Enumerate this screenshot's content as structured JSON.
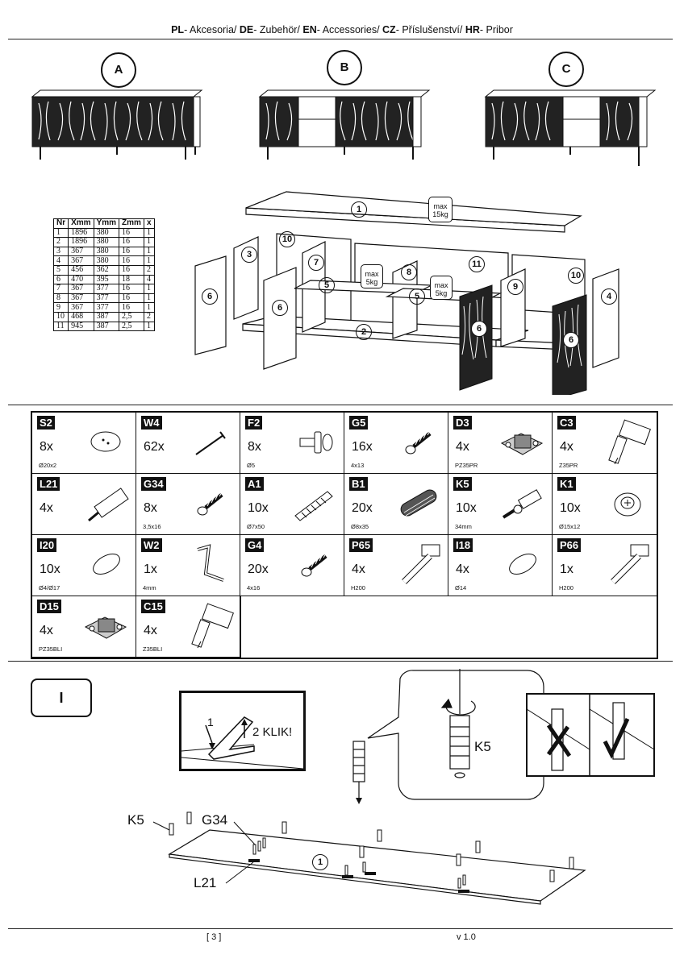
{
  "header": {
    "parts": [
      {
        "code": "PL",
        "text": "- Akcesoria/ "
      },
      {
        "code": "DE",
        "text": "- Zubehör/ "
      },
      {
        "code": "EN",
        "text": "- Accessories/ "
      },
      {
        "code": "CZ",
        "text": "- Příslušenství/ "
      },
      {
        "code": "HR",
        "text": "- Pribor"
      }
    ]
  },
  "variants": [
    "A",
    "B",
    "C"
  ],
  "parts_table": {
    "headers": [
      "Nr",
      "Xmm",
      "Ymm",
      "Zmm",
      "x"
    ],
    "rows": [
      [
        "1",
        "1896",
        "380",
        "16",
        "1"
      ],
      [
        "2",
        "1896",
        "380",
        "16",
        "1"
      ],
      [
        "3",
        "367",
        "380",
        "16",
        "1"
      ],
      [
        "4",
        "367",
        "380",
        "16",
        "1"
      ],
      [
        "5",
        "456",
        "362",
        "16",
        "2"
      ],
      [
        "6",
        "470",
        "395",
        "18",
        "4"
      ],
      [
        "7",
        "367",
        "377",
        "16",
        "1"
      ],
      [
        "8",
        "367",
        "377",
        "16",
        "1"
      ],
      [
        "9",
        "367",
        "377",
        "16",
        "1"
      ],
      [
        "10",
        "468",
        "387",
        "2,5",
        "2"
      ],
      [
        "11",
        "945",
        "387",
        "2,5",
        "1"
      ]
    ]
  },
  "exploded": {
    "labels": [
      "1",
      "2",
      "3",
      "4",
      "5",
      "5",
      "6",
      "6",
      "6",
      "6",
      "7",
      "8",
      "9",
      "10",
      "10",
      "11"
    ],
    "weights": [
      {
        "max": "max",
        "load": "15kg"
      },
      {
        "max": "max",
        "load": "5kg"
      },
      {
        "max": "max",
        "load": "5kg"
      }
    ]
  },
  "accessories": [
    {
      "code": "S2",
      "qty": "8x",
      "size": "Ø20x2",
      "icon": "disc-icon"
    },
    {
      "code": "W4",
      "qty": "62x",
      "size": "",
      "icon": "nail-icon"
    },
    {
      "code": "F2",
      "qty": "8x",
      "size": "Ø5",
      "icon": "shelf-pin-icon"
    },
    {
      "code": "G5",
      "qty": "16x",
      "size": "4x13",
      "icon": "screw-icon"
    },
    {
      "code": "D3",
      "qty": "4x",
      "size": "PZ35PR",
      "icon": "hinge-plate-icon"
    },
    {
      "code": "C3",
      "qty": "4x",
      "size": "Z35PR",
      "icon": "hinge-icon"
    },
    {
      "code": "L21",
      "qty": "4x",
      "size": "",
      "icon": "push-latch-icon"
    },
    {
      "code": "G34",
      "qty": "8x",
      "size": "3,5x16",
      "icon": "screw-icon"
    },
    {
      "code": "A1",
      "qty": "10x",
      "size": "Ø7x50",
      "icon": "wall-plug-icon"
    },
    {
      "code": "B1",
      "qty": "20x",
      "size": "Ø8x35",
      "icon": "dowel-icon"
    },
    {
      "code": "K5",
      "qty": "10x",
      "size": "34mm",
      "icon": "cam-bolt-icon"
    },
    {
      "code": "K1",
      "qty": "10x",
      "size": "Ø15x12",
      "icon": "cam-lock-icon"
    },
    {
      "code": "I20",
      "qty": "10x",
      "size": "Ø4/Ø17",
      "icon": "cap-icon"
    },
    {
      "code": "W2",
      "qty": "1x",
      "size": "4mm",
      "icon": "allen-key-icon"
    },
    {
      "code": "G4",
      "qty": "20x",
      "size": "4x16",
      "icon": "screw-icon"
    },
    {
      "code": "P65",
      "qty": "4x",
      "size": "H200",
      "icon": "leg-icon"
    },
    {
      "code": "I18",
      "qty": "4x",
      "size": "Ø14",
      "icon": "cap-icon"
    },
    {
      "code": "P66",
      "qty": "1x",
      "size": "H200",
      "icon": "leg-icon"
    },
    {
      "code": "D15",
      "qty": "4x",
      "size": "PZ35BLI",
      "icon": "hinge-plate-icon"
    },
    {
      "code": "C15",
      "qty": "4x",
      "size": "Z35BLI",
      "icon": "hinge-icon"
    }
  ],
  "step": {
    "id": "I",
    "klik_1": "1",
    "klik_2": "2 KLIK!",
    "zoom_label": "K5",
    "panel_label": "1",
    "callouts": {
      "k5": "K5",
      "g34": "G34",
      "l21": "L21"
    }
  },
  "footer": {
    "page": "[ 3 ]",
    "version": "v 1.0"
  }
}
